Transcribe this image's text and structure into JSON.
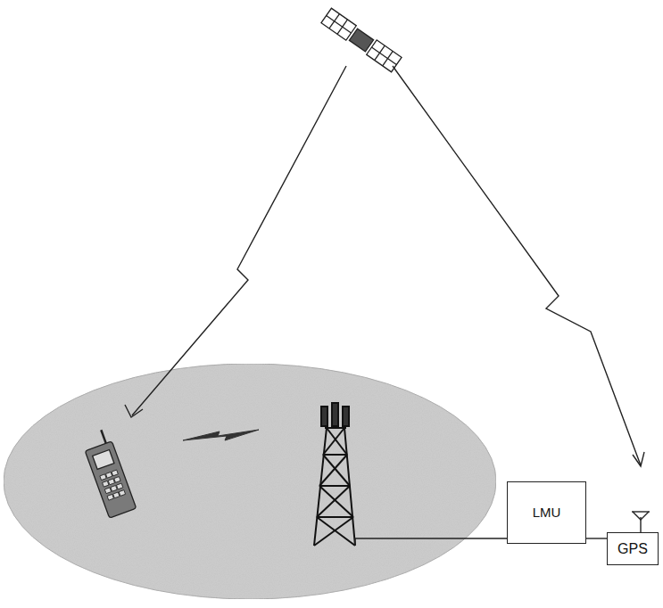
{
  "diagram": {
    "nodes": [
      {
        "text": [
          "LMU"
        ]
      },
      {
        "text": [
          "GPS"
        ]
      }
    ],
    "edges": [
      {
        "from": 0,
        "to": 1,
        "arrow": "none"
      }
    ]
  }
}
